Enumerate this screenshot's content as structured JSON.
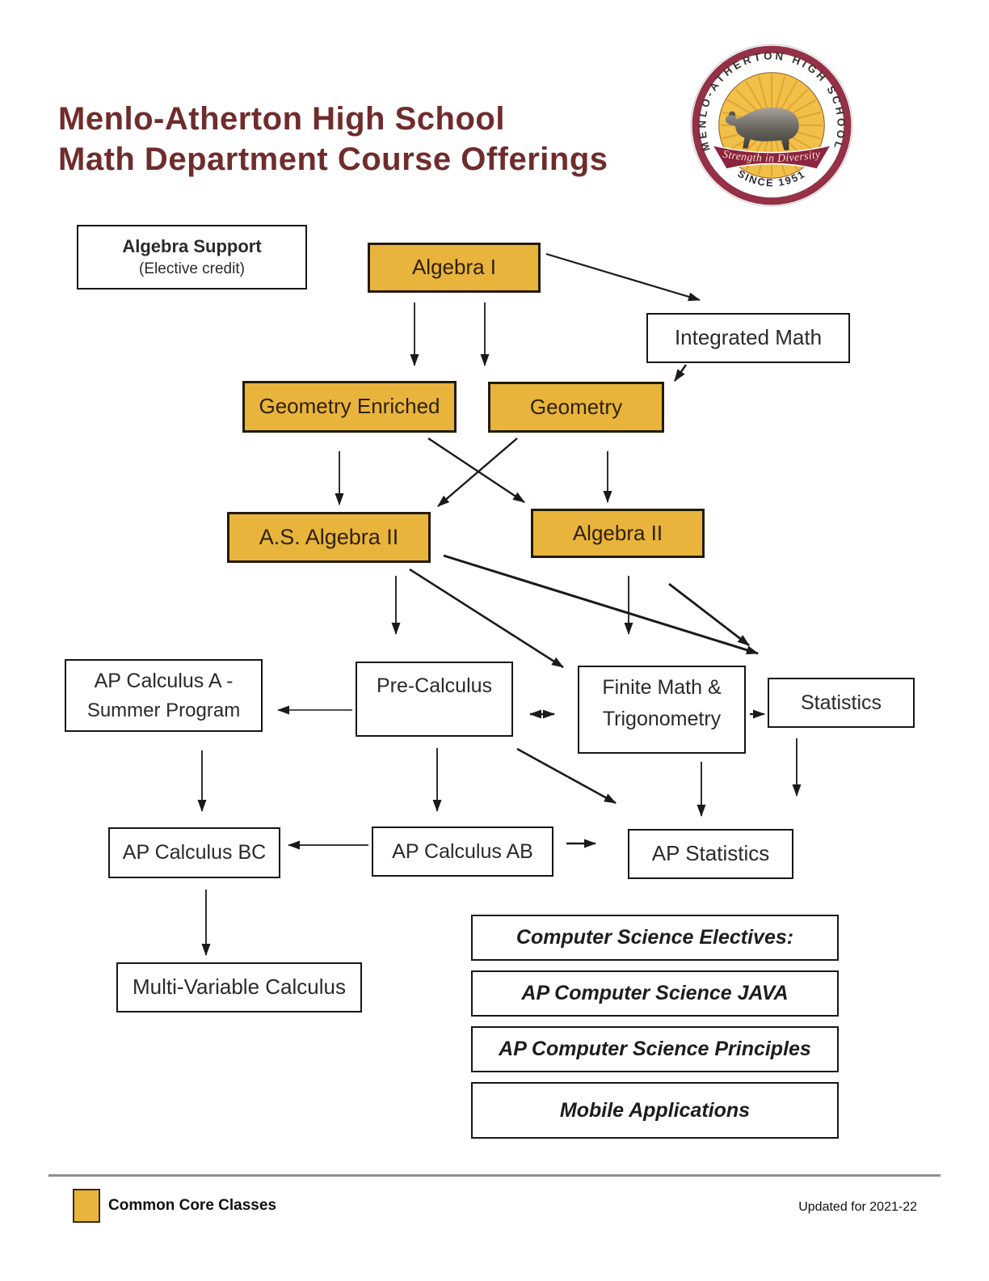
{
  "header": {
    "title_line1": "Menlo-Atherton High School",
    "title_line2": "Math Department Course Offerings",
    "title_color": "#702c2c"
  },
  "logo": {
    "ring_text_top": "MENLO-ATHERTON HIGH SCHOOL",
    "ring_text_bottom": "SINCE 1951",
    "banner_text": "Strength in Diversity",
    "colors": {
      "ring": "#943146",
      "banner": "#8c2340",
      "center": "#f2c049",
      "rays": "#daa232",
      "banner_text": "#f3e3c0"
    }
  },
  "diagram": {
    "colors": {
      "core_fill": "#e9b43c",
      "core_border": "#241b07",
      "box_border": "#161616",
      "arrow": "#1a1a1a"
    },
    "nodes": [
      {
        "id": "algebra_support",
        "label": "Algebra Support",
        "sublabel": "(Elective credit)",
        "core": false
      },
      {
        "id": "algebra_1",
        "label": "Algebra I",
        "core": true
      },
      {
        "id": "integrated_math",
        "label": "Integrated Math",
        "core": false
      },
      {
        "id": "geometry_enriched",
        "label": "Geometry Enriched",
        "core": true
      },
      {
        "id": "geometry",
        "label": "Geometry",
        "core": true
      },
      {
        "id": "as_algebra_2",
        "label": "A.S. Algebra II",
        "core": true
      },
      {
        "id": "algebra_2",
        "label": "Algebra II",
        "core": true
      },
      {
        "id": "ap_calc_a",
        "label": "AP Calculus A -",
        "sublabel": "Summer Program",
        "core": false
      },
      {
        "id": "pre_calculus",
        "label": "Pre-Calculus",
        "core": false
      },
      {
        "id": "finite_math",
        "label": "Finite Math &",
        "sublabel": "Trigonometry",
        "core": false
      },
      {
        "id": "statistics",
        "label": "Statistics",
        "core": false
      },
      {
        "id": "ap_calc_bc",
        "label": "AP Calculus BC",
        "core": false
      },
      {
        "id": "ap_calc_ab",
        "label": "AP Calculus AB",
        "core": false
      },
      {
        "id": "ap_statistics",
        "label": "AP Statistics",
        "core": false
      },
      {
        "id": "multi_var_calc",
        "label": "Multi-Variable Calculus",
        "core": false
      },
      {
        "id": "cs_electives",
        "label": "Computer Science Electives:",
        "core": false,
        "italic": true
      },
      {
        "id": "ap_cs_java",
        "label": "AP Computer Science JAVA",
        "core": false,
        "italic": true
      },
      {
        "id": "ap_cs_principles",
        "label": "AP Computer Science Principles",
        "core": false,
        "italic": true
      },
      {
        "id": "mobile_apps",
        "label": "Mobile Applications",
        "core": false,
        "italic": true
      }
    ],
    "edges": [
      {
        "from": "algebra_1",
        "to": "geometry_enriched"
      },
      {
        "from": "algebra_1",
        "to": "geometry"
      },
      {
        "from": "algebra_1",
        "to": "integrated_math"
      },
      {
        "from": "integrated_math",
        "to": "geometry"
      },
      {
        "from": "geometry_enriched",
        "to": "as_algebra_2"
      },
      {
        "from": "geometry_enriched",
        "to": "algebra_2"
      },
      {
        "from": "geometry",
        "to": "as_algebra_2"
      },
      {
        "from": "geometry",
        "to": "algebra_2"
      },
      {
        "from": "as_algebra_2",
        "to": "pre_calculus"
      },
      {
        "from": "as_algebra_2",
        "to": "finite_math"
      },
      {
        "from": "as_algebra_2",
        "to": "statistics"
      },
      {
        "from": "algebra_2",
        "to": "finite_math"
      },
      {
        "from": "algebra_2",
        "to": "statistics"
      },
      {
        "from": "pre_calculus",
        "to": "ap_calc_a"
      },
      {
        "from": "pre_calculus",
        "to": "finite_math",
        "bidirectional": true
      },
      {
        "from": "finite_math",
        "to": "statistics"
      },
      {
        "from": "ap_calc_a",
        "to": "ap_calc_bc"
      },
      {
        "from": "pre_calculus",
        "to": "ap_calc_ab"
      },
      {
        "from": "pre_calculus",
        "to": "ap_statistics"
      },
      {
        "from": "finite_math",
        "to": "ap_statistics"
      },
      {
        "from": "statistics",
        "to": "ap_statistics"
      },
      {
        "from": "ap_calc_ab",
        "to": "ap_calc_bc"
      },
      {
        "from": "ap_calc_ab",
        "to": "ap_statistics"
      },
      {
        "from": "ap_calc_bc",
        "to": "multi_var_calc"
      }
    ]
  },
  "footer": {
    "legend_label": "Common Core Classes",
    "updated_text": "Updated for 2021-22"
  }
}
